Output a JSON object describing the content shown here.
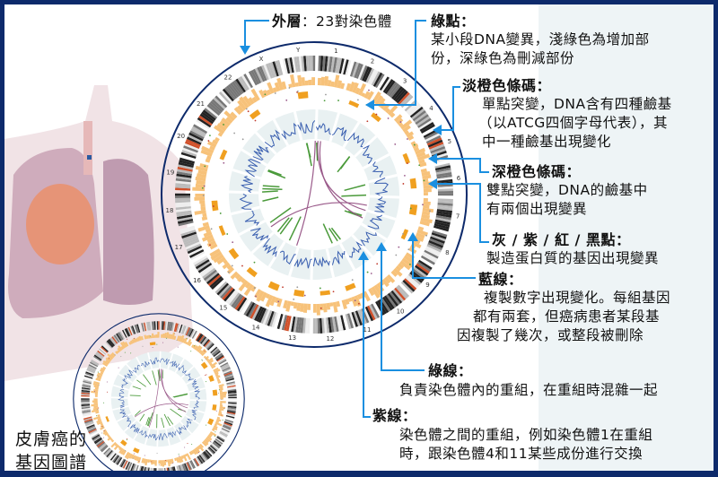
{
  "labels": {
    "outer": {
      "title": "外層",
      "text": "：23對染色體"
    },
    "green_dots": {
      "title": "綠點：",
      "lines": [
        "某小段DNA變異，淺綠色為增加部",
        "份，深綠色為刪減部份"
      ]
    },
    "light_orange": {
      "title": "淡橙色條碼：",
      "lines": [
        "單點突變，DNA含有四種鹼基",
        "（以ATCG四個字母代表），其",
        "中一種鹼基出現變化"
      ]
    },
    "dark_orange": {
      "title": "深橙色條碼：",
      "lines": [
        "雙點突變，DNA的鹼基中",
        "有兩個出現變異"
      ]
    },
    "colored_dots": {
      "title": "灰 / 紫 / 紅 / 黑點：",
      "lines": [
        "製造蛋白質的基因出現變異"
      ]
    },
    "blue_line": {
      "title": "藍線：",
      "lines": [
        "複製數字出現變化。每組基因",
        "都有兩套，但癌病患者某段基",
        "因複製了幾次，或整段被刪除"
      ]
    },
    "green_line": {
      "title": "綠線：",
      "lines": [
        "負責染色體內的重組，在重組時混雜一起"
      ]
    },
    "purple_line": {
      "title": "紫線：",
      "lines": [
        "染色體之間的重組，例如染色體1在重組",
        "時，跟染色體4和11某些成份進行交換"
      ]
    }
  },
  "caption": [
    "皮膚癌的",
    "基因圖譜"
  ],
  "chromosomes": [
    "1",
    "2",
    "3",
    "4",
    "5",
    "6",
    "7",
    "8",
    "9",
    "10",
    "11",
    "12",
    "13",
    "14",
    "15",
    "16",
    "17",
    "18",
    "19",
    "20",
    "21",
    "22",
    "X",
    "Y"
  ],
  "colors": {
    "border": "#0d2a6b",
    "pointer": "#1a8fe0",
    "ring": "#0d2a6b",
    "light_orange": "#f7c27a",
    "dark_orange": "#f0a020",
    "blue_line": "#3a5fb0",
    "green_line": "#4a9a3a",
    "purple_line": "#9a5a8a",
    "band_red": "#d0502a"
  }
}
